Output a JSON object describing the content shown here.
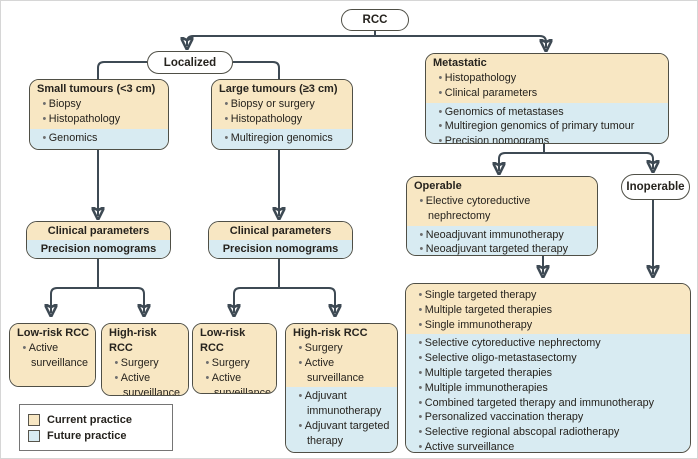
{
  "diagram": {
    "rcc_label": "RCC",
    "localized_label": "Localized",
    "inoperable_label": "Inoperable"
  },
  "glyphs": {
    "bullet": "•"
  },
  "boxes": {
    "small_tumours": {
      "title": "Small tumours (<3 cm)",
      "current": [
        "Biopsy",
        "Histopathology"
      ],
      "future": [
        "Genomics"
      ]
    },
    "large_tumours": {
      "title": "Large tumours (≥3 cm)",
      "current": [
        "Biopsy or surgery",
        "Histopathology"
      ],
      "future": [
        "Multiregion genomics"
      ]
    },
    "metastatic": {
      "title": "Metastatic",
      "current": [
        "Histopathology",
        "Clinical parameters"
      ],
      "future": [
        "Genomics of metastases",
        "Multiregion genomics of primary tumour",
        "Precision nomograms"
      ]
    },
    "params_left": {
      "current_label": "Clinical parameters",
      "future_label": "Precision nomograms"
    },
    "params_right": {
      "current_label": "Clinical parameters",
      "future_label": "Precision nomograms"
    },
    "operable": {
      "title": "Operable",
      "current": [
        "Elective cytoreductive nephrectomy"
      ],
      "future": [
        "Neoadjuvant immunotherapy",
        "Neoadjuvant targeted therapy"
      ]
    },
    "low_risk_small": {
      "title": "Low-risk RCC",
      "current": [
        "Active surveillance"
      ]
    },
    "high_risk_small": {
      "title": "High-risk RCC",
      "current": [
        "Surgery",
        "Active surveillance"
      ]
    },
    "low_risk_large": {
      "title": "Low-risk RCC",
      "current": [
        "Surgery",
        "Active surveillance"
      ]
    },
    "high_risk_large": {
      "title": "High-risk RCC",
      "current": [
        "Surgery",
        "Active surveillance"
      ],
      "future": [
        "Adjuvant immunotherapy",
        "Adjuvant targeted therapy"
      ]
    },
    "advanced_options": {
      "current": [
        "Single targeted therapy",
        "Multiple targeted therapies",
        "Single immunotherapy"
      ],
      "future": [
        "Selective cytoreductive nephrectomy",
        "Selective oligo-metastasectomy",
        "Multiple targeted therapies",
        "Multiple immunotherapies",
        "Combined targeted therapy and immunotherapy",
        "Personalized vaccination therapy",
        "Selective regional abscopal radiotherapy",
        "Active surveillance"
      ]
    }
  },
  "legend": {
    "items": [
      {
        "label": "Current practice",
        "color": "#F8E7C3"
      },
      {
        "label": "Future practice",
        "color": "#D8EBF2"
      }
    ]
  },
  "colors": {
    "current_practice": "#F8E7C3",
    "future_practice": "#D8EBF2",
    "box_border": "#4F4F46",
    "connector": "#3E4A54",
    "text": "#26231E"
  }
}
